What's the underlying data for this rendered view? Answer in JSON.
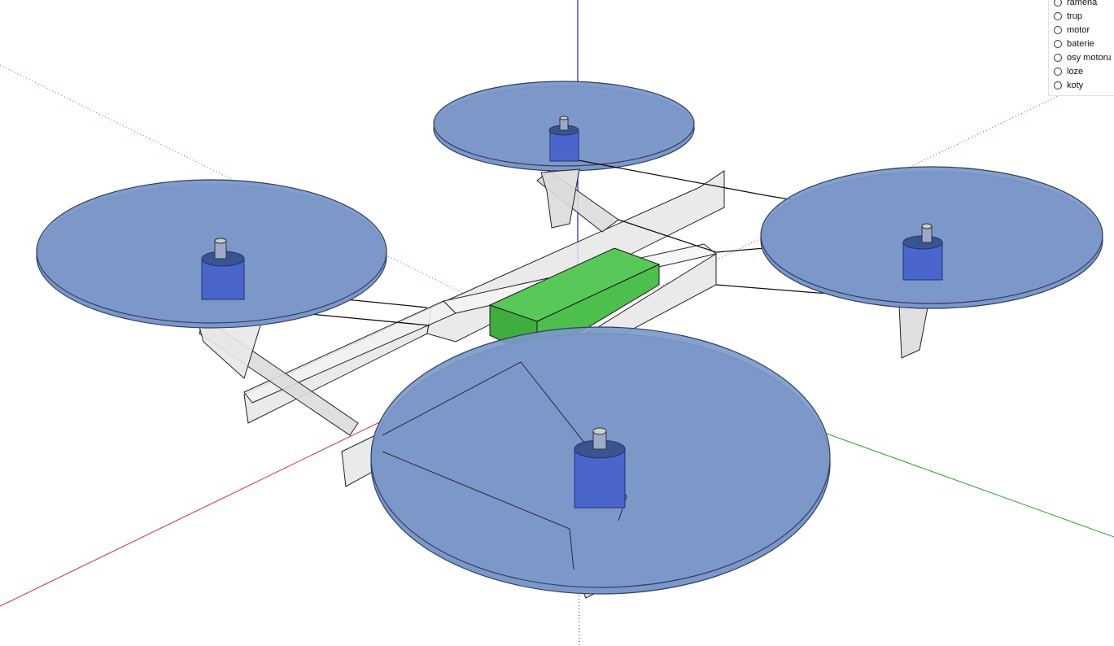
{
  "layers_panel": {
    "layers": [
      {
        "label": "ramena"
      },
      {
        "label": "trup"
      },
      {
        "label": "motor"
      },
      {
        "label": "baterie"
      },
      {
        "label": "osy motoru"
      },
      {
        "label": "loze"
      },
      {
        "label": "koty"
      }
    ]
  },
  "colors": {
    "propeller_fill": "#7b98c9",
    "propeller_edge": "#2f3f66",
    "motor_blue": "#4a66cc",
    "motor_dark": "#3a5490",
    "battery_green": "#4cbf4c",
    "frame_gray": "#e6e6e6",
    "axis_red": "#d03030",
    "axis_green": "#30a030",
    "axis_blue": "#2020c0"
  },
  "icons": {
    "layer_visibility": "radio-circle-icon"
  }
}
